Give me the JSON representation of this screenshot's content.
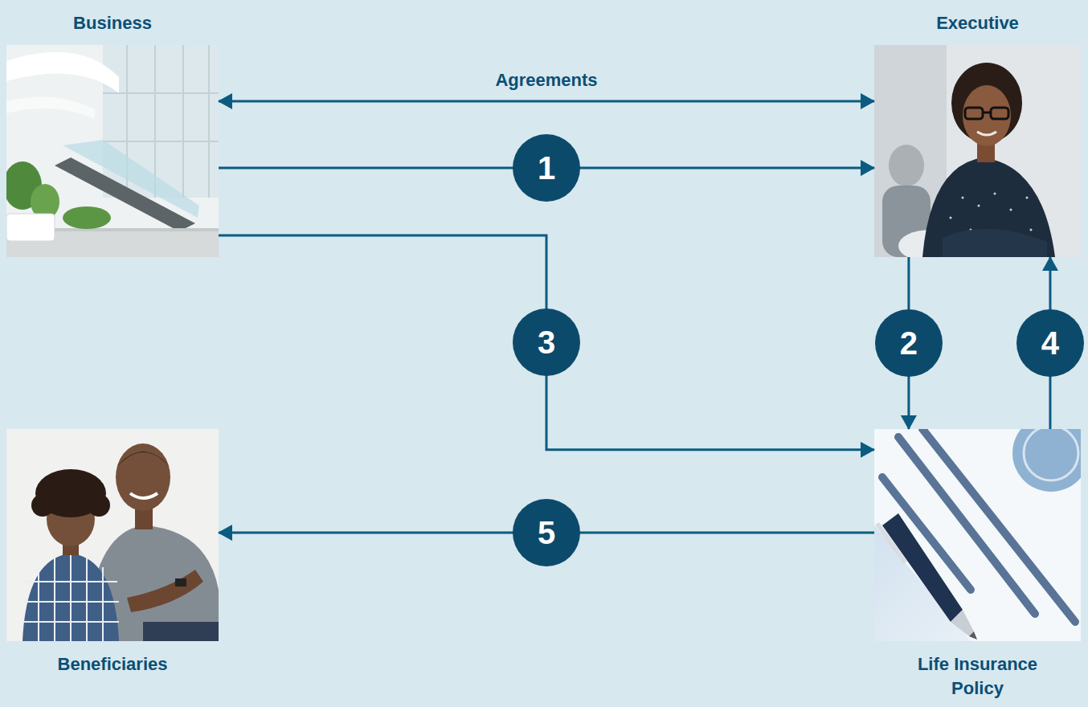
{
  "diagram": {
    "nodes": [
      {
        "text": [
          "Business"
        ]
      },
      {
        "text": [
          "Executive"
        ]
      },
      {
        "text": [
          "Beneficiaries"
        ]
      },
      {
        "text": [
          "Life Insurance Policy"
        ]
      }
    ],
    "edges": [
      {
        "from": 0,
        "to": 1,
        "label": "Agreements",
        "arrow": "both"
      },
      {
        "from": 0,
        "to": 1,
        "label": "1",
        "arrow": "to"
      },
      {
        "from": 1,
        "to": 3,
        "label": "2",
        "arrow": "to"
      },
      {
        "from": 0,
        "to": 3,
        "label": "3",
        "arrow": "to"
      },
      {
        "from": 3,
        "to": 1,
        "label": "4",
        "arrow": "to"
      },
      {
        "from": 3,
        "to": 2,
        "label": "5",
        "arrow": "to"
      }
    ]
  }
}
